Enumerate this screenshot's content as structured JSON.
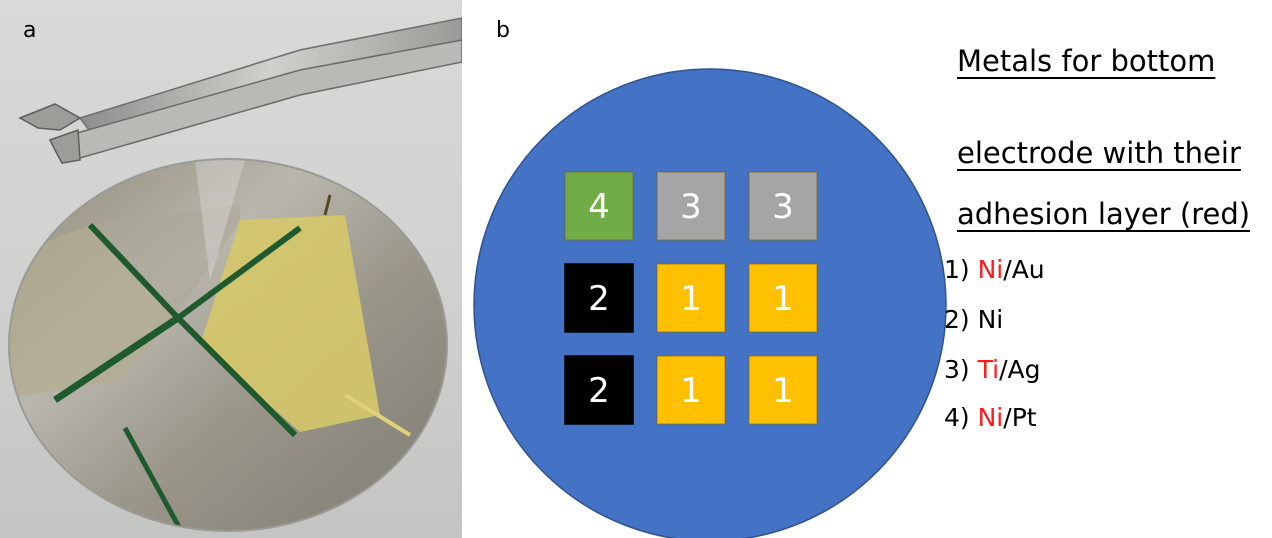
{
  "panel_a": {
    "label": "a",
    "image": "photo of silicon wafer with patterned metal electrodes held near tweezers"
  },
  "panel_b": {
    "label": "b",
    "wafer_color": "#4472c4",
    "grid": [
      [
        {
          "text": "4",
          "fill": "#70ad47"
        },
        {
          "text": "3",
          "fill": "#a5a5a5"
        },
        {
          "text": "3",
          "fill": "#a5a5a5"
        }
      ],
      [
        {
          "text": "2",
          "fill": "#000000"
        },
        {
          "text": "1",
          "fill": "#ffc000"
        },
        {
          "text": "1",
          "fill": "#ffc000"
        }
      ],
      [
        {
          "text": "2",
          "fill": "#000000"
        },
        {
          "text": "1",
          "fill": "#ffc000"
        },
        {
          "text": "1",
          "fill": "#ffc000"
        }
      ]
    ]
  },
  "legend": {
    "heading": [
      "Metals for bottom",
      "electrode with their",
      "adhesion layer (red)"
    ],
    "items": [
      {
        "num": "1) ",
        "adhesion": "Ni",
        "rest": "/Au"
      },
      {
        "num": "2) ",
        "adhesion": "",
        "rest": "Ni"
      },
      {
        "num": "3) ",
        "adhesion": "Ti",
        "rest": "/Ag"
      },
      {
        "num": "4) ",
        "adhesion": "Ni",
        "rest": "/Pt"
      }
    ],
    "adhesion_color": "#ff1a1a"
  }
}
